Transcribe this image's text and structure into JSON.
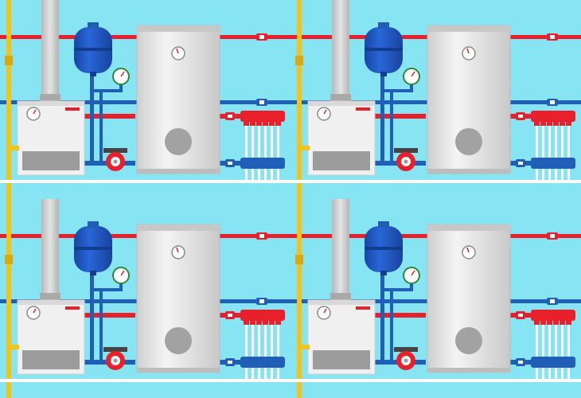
{
  "scene": {
    "title": "",
    "subject": "boiler-room-heating-system",
    "pattern": "repeating-tile",
    "tiles": [
      {
        "id": "tile-top-left"
      },
      {
        "id": "tile-top-right"
      },
      {
        "id": "tile-bottom-left"
      },
      {
        "id": "tile-bottom-right"
      }
    ]
  },
  "colors": {
    "background": "#87e4f2",
    "hot_pipe": "#e8202c",
    "cold_pipe": "#1f5fb5",
    "gas_pipe": "#f3c316",
    "expansion_tank": "#1e56c4",
    "boiler_body": "#e9e9e9",
    "water_heater": "#dcdcdc",
    "chimney": "#c8c8c8",
    "floor_stripe": "#ffffff"
  },
  "icons": [
    "gas-boiler-icon",
    "chimney-icon",
    "expansion-tank-icon",
    "pressure-gauge-icon",
    "circulation-pump-icon",
    "hot-water-cylinder-icon",
    "hot-manifold-icon",
    "cold-manifold-icon",
    "ball-valve-icon",
    "gas-pipe-icon"
  ]
}
